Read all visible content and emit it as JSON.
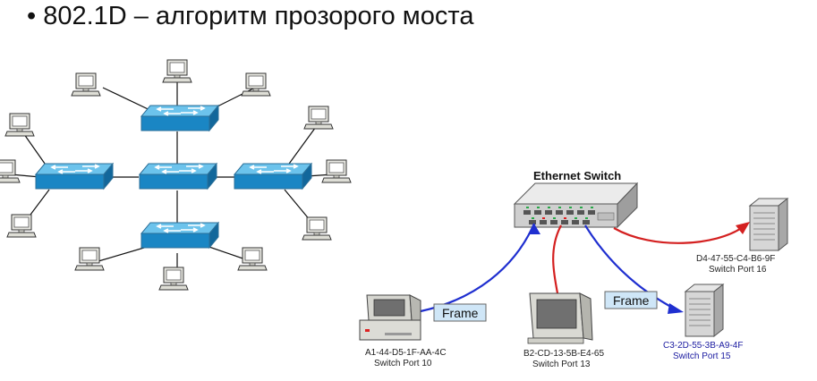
{
  "slide": {
    "title": "• 802.1D – алгоритм прозорого моста"
  },
  "switch_diagram": {
    "switch_label": "Ethernet Switch",
    "frame_labels": [
      "Frame",
      "Frame"
    ],
    "nodes": [
      {
        "mac": "A1-44-D5-1F-AA-4C",
        "port": "Switch Port 10",
        "type": "desktop"
      },
      {
        "mac": "B2-CD-13-5B-E4-65",
        "port": "Switch Port 13",
        "type": "monitor"
      },
      {
        "mac": "C3-2D-55-3B-A9-4F",
        "port": "Switch Port 15",
        "type": "server"
      },
      {
        "mac": "D4-47-55-C4-B6-9F",
        "port": "Switch Port 16",
        "type": "server"
      }
    ],
    "colors": {
      "blue_link": "#1f2fd0",
      "red_link": "#d42020",
      "switch_blue": "#1f8fd0"
    }
  }
}
